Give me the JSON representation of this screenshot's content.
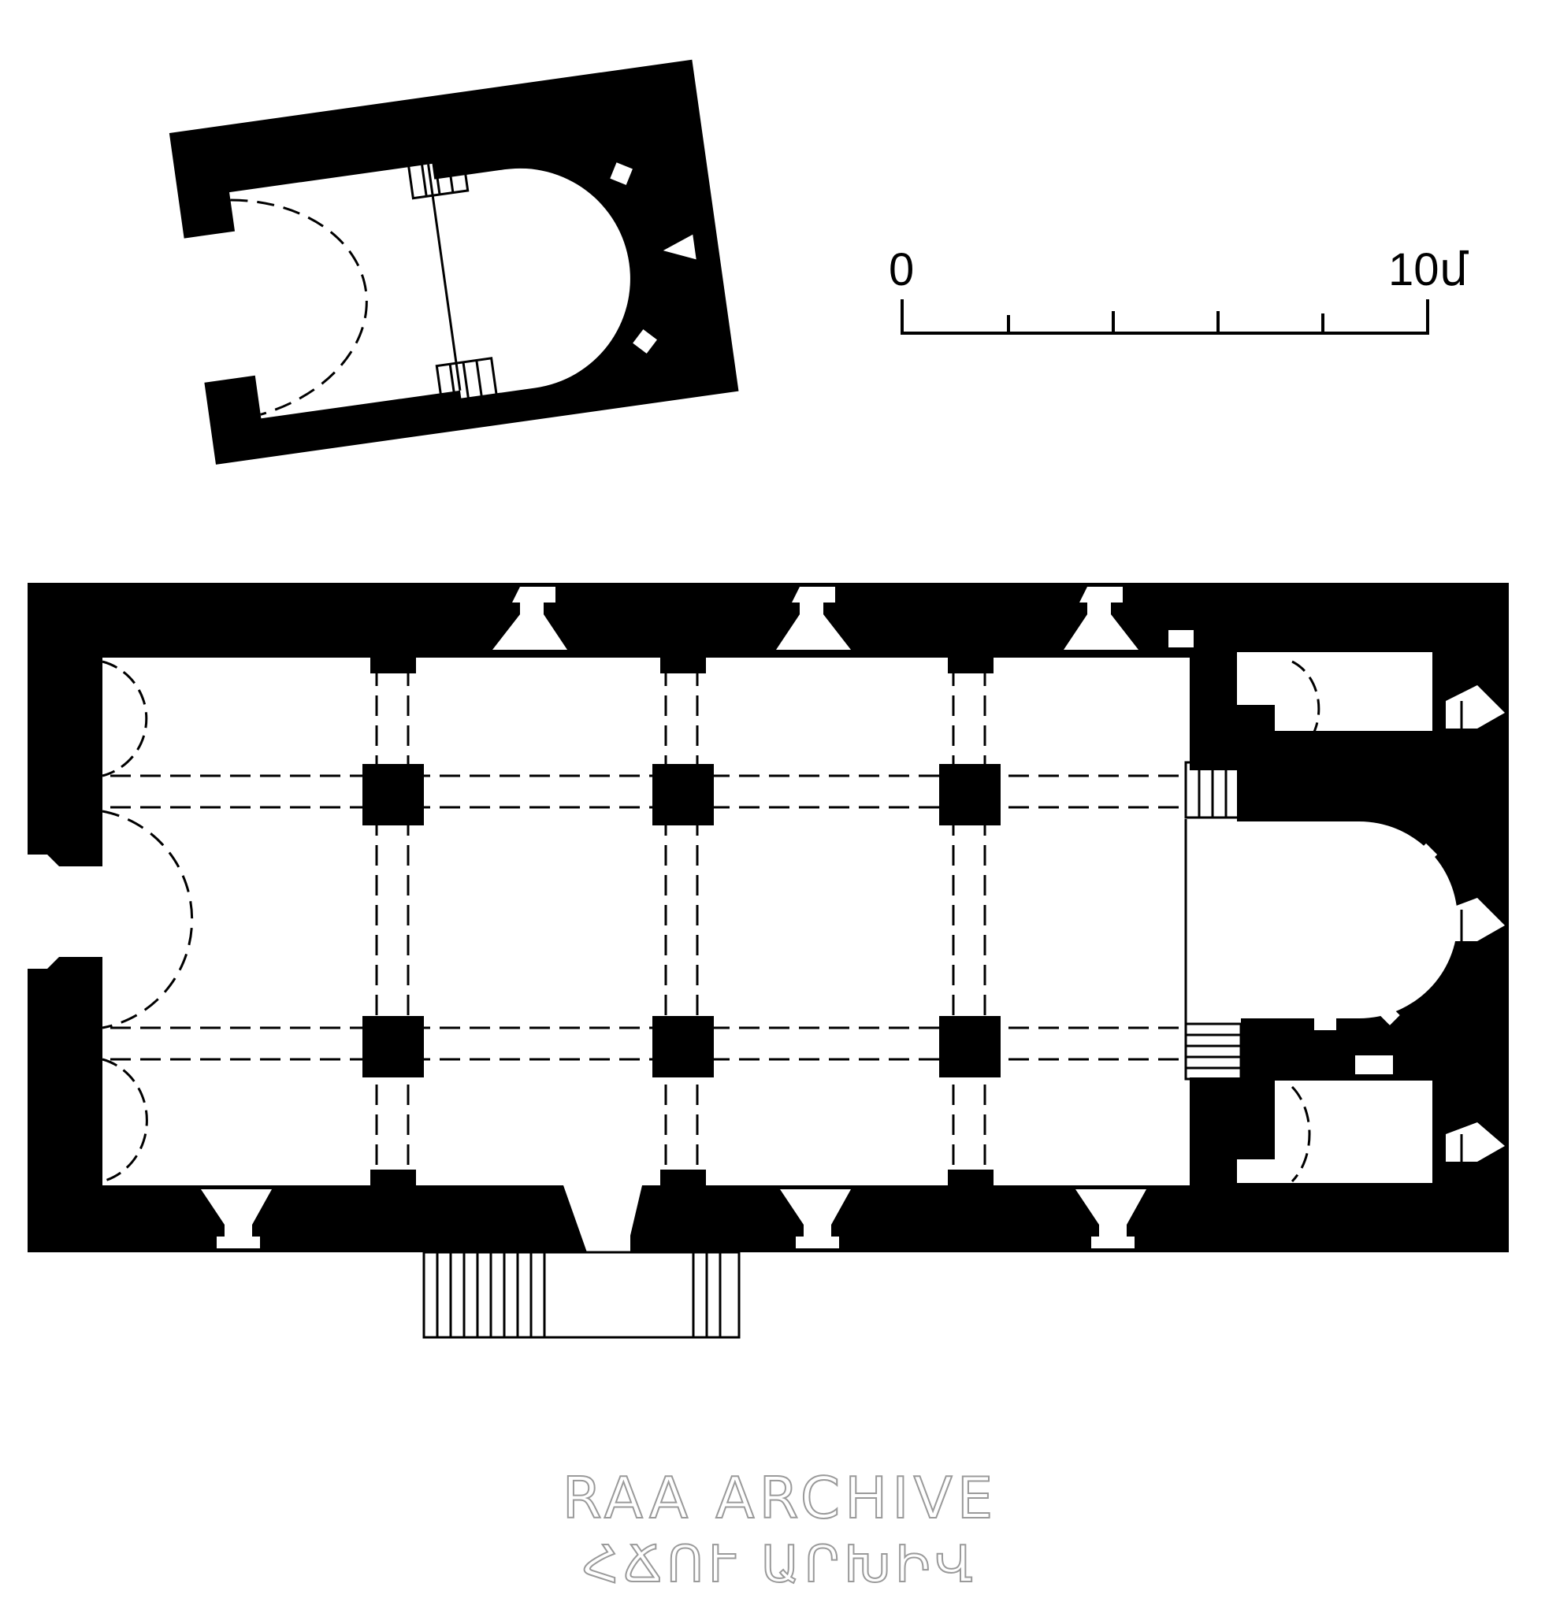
{
  "scale_bar": {
    "start_label": "0",
    "end_label": "10մ"
  },
  "watermark": {
    "line1": "RAA ARCHIVE",
    "line2": "ՀՃՈՒ ԱՐԽԻՎ"
  },
  "colors": {
    "ink": "#000000",
    "paper": "#ffffff",
    "watermark_outline": "#9a9a9a"
  }
}
